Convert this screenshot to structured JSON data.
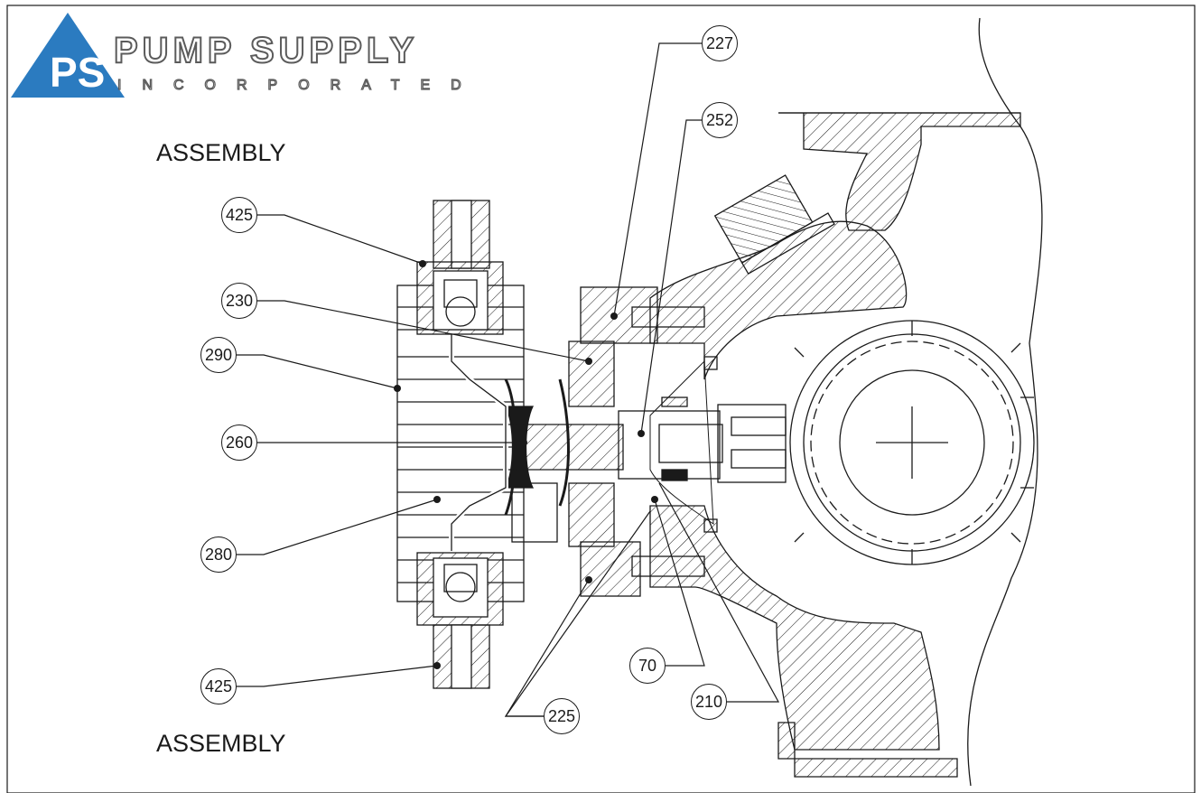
{
  "logo": {
    "mark_letters": "PS",
    "company_name": "PUMP SUPPLY",
    "company_sub": "INCORPORATED",
    "colors": {
      "triangle": "#2b7bc0",
      "text_outline": "#5b5b5b"
    }
  },
  "headings": {
    "top": "ASSEMBLY",
    "bottom": "ASSEMBLY"
  },
  "callouts": [
    {
      "id": "c-227",
      "label": "227"
    },
    {
      "id": "c-252",
      "label": "252"
    },
    {
      "id": "c-425-top",
      "label": "425"
    },
    {
      "id": "c-230",
      "label": "230"
    },
    {
      "id": "c-290",
      "label": "290"
    },
    {
      "id": "c-260",
      "label": "260"
    },
    {
      "id": "c-280",
      "label": "280"
    },
    {
      "id": "c-425-bottom",
      "label": "425"
    },
    {
      "id": "c-70",
      "label": "70"
    },
    {
      "id": "c-210",
      "label": "210"
    },
    {
      "id": "c-225",
      "label": "225"
    }
  ]
}
